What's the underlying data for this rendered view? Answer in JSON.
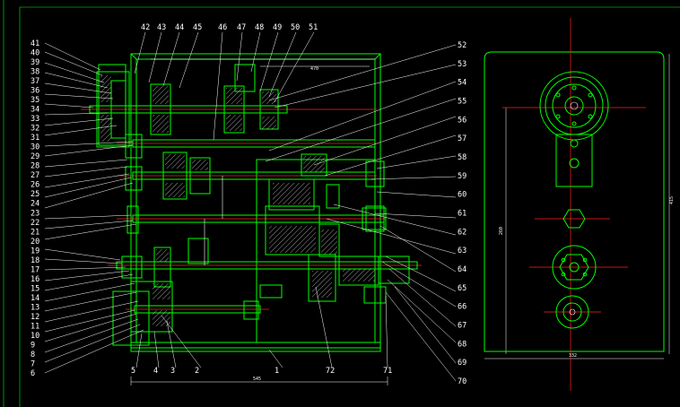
{
  "drawing": {
    "left_callouts": [
      "41",
      "40",
      "39",
      "38",
      "37",
      "36",
      "35",
      "34",
      "33",
      "32",
      "31",
      "30",
      "29",
      "28",
      "27",
      "26",
      "25",
      "24",
      "23",
      "22",
      "21",
      "20",
      "19",
      "18",
      "17",
      "16",
      "15",
      "14",
      "13",
      "12",
      "11",
      "10",
      "9",
      "8",
      "7",
      "6"
    ],
    "top_callouts": [
      "42",
      "43",
      "44",
      "45",
      "46",
      "47",
      "48",
      "49",
      "50",
      "51"
    ],
    "right_callouts": [
      "52",
      "53",
      "54",
      "55",
      "56",
      "57",
      "58",
      "59",
      "60",
      "61",
      "62",
      "63",
      "64",
      "65",
      "66",
      "67",
      "68",
      "69",
      "70"
    ],
    "bottom_callouts": [
      "5",
      "4",
      "3",
      "2",
      "1",
      "72",
      "71"
    ],
    "dimensions": {
      "top_width": "470",
      "overall_width": "545",
      "side_width": "332",
      "side_height": "415",
      "inner_height": "260"
    }
  },
  "colors": {
    "background": "#000000",
    "part_outline": "#00ff00",
    "center_line": "#ff2020",
    "annotation": "#ffffff"
  }
}
